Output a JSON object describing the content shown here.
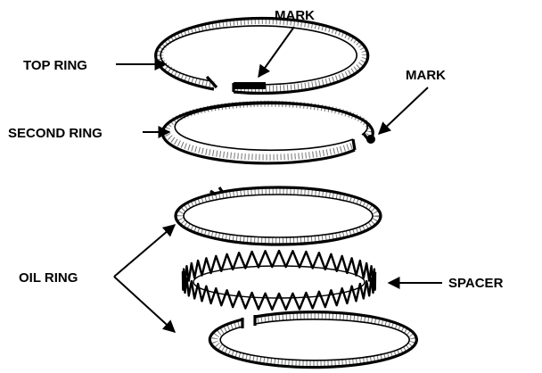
{
  "labels": {
    "top_ring": "TOP RING",
    "second_ring": "SECOND RING",
    "oil_ring": "OIL RING",
    "spacer": "SPACER",
    "mark_top": "MARK",
    "mark_second": "MARK"
  }
}
